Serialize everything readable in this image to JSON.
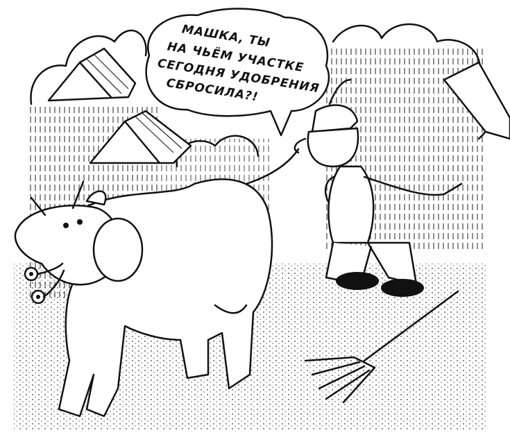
{
  "speech_bubble": {
    "lines": [
      "МАШКА, ТЫ",
      "НА ЧЬЁМ УЧАСТКЕ",
      "СЕГОДНЯ УДОБРЕНИЯ",
      "СБРОСИЛА?!"
    ]
  },
  "colors": {
    "ink": "#111111",
    "paper": "#ffffff"
  }
}
